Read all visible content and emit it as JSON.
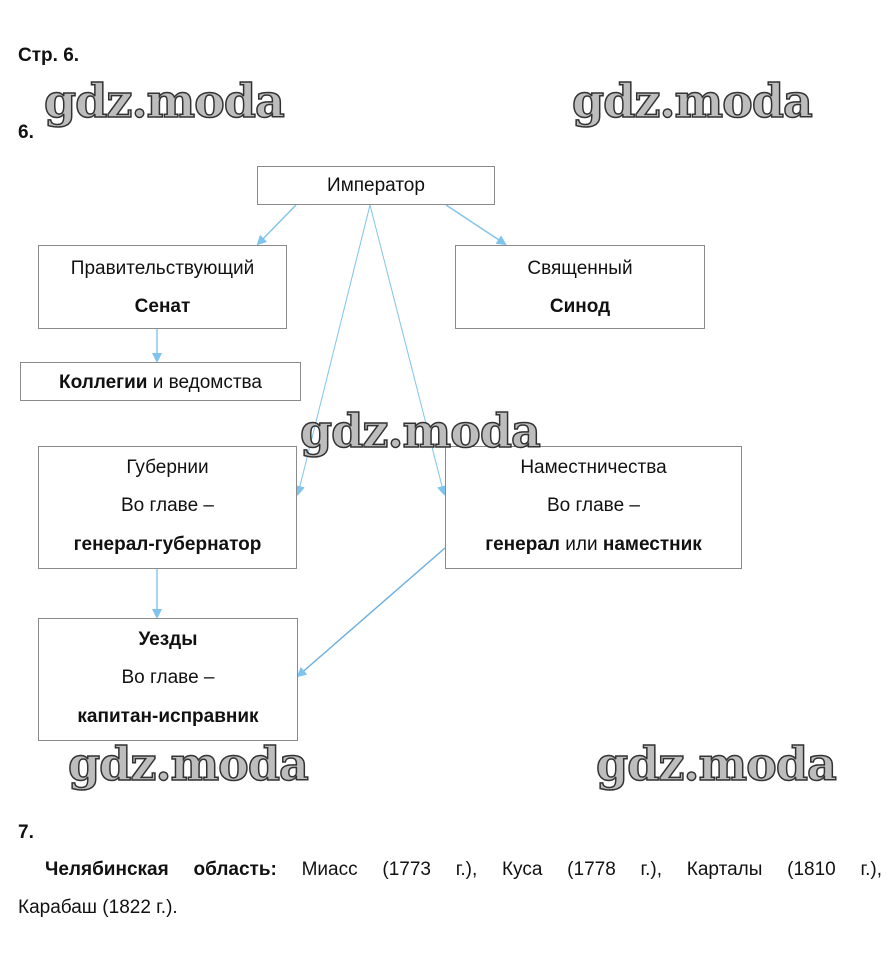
{
  "page_label": "Стр. 6.",
  "task6": {
    "number": "6.",
    "diagram": {
      "emperor": "Император",
      "senate": {
        "line1": "Правительствующий",
        "line2": "Сенат"
      },
      "synod": {
        "line1": "Священный",
        "line2": "Синод"
      },
      "colleges": {
        "bold": "Коллегии",
        "rest": " и ведомства"
      },
      "provinces": {
        "line1": "Губернии",
        "line2": "Во главе –",
        "line3": "генерал-губернатор"
      },
      "governorships": {
        "line1": "Наместничества",
        "line2": "Во главе –",
        "line3_bold1": "генерал",
        "line3_mid": " или ",
        "line3_bold2": "наместник"
      },
      "districts": {
        "line1": "Уезды",
        "line2": "Во главе –",
        "line3": "капитан-исправник"
      },
      "arrow_color": "#7fc4ec"
    }
  },
  "task7": {
    "number": "7.",
    "label": "Челябинская область:",
    "text_line1": " Миасс (1773 г.), Куса (1778 г.), Карталы (1810 г.),",
    "text_line2": "Карабаш (1822 г.)."
  },
  "watermark": "gdz.moda"
}
